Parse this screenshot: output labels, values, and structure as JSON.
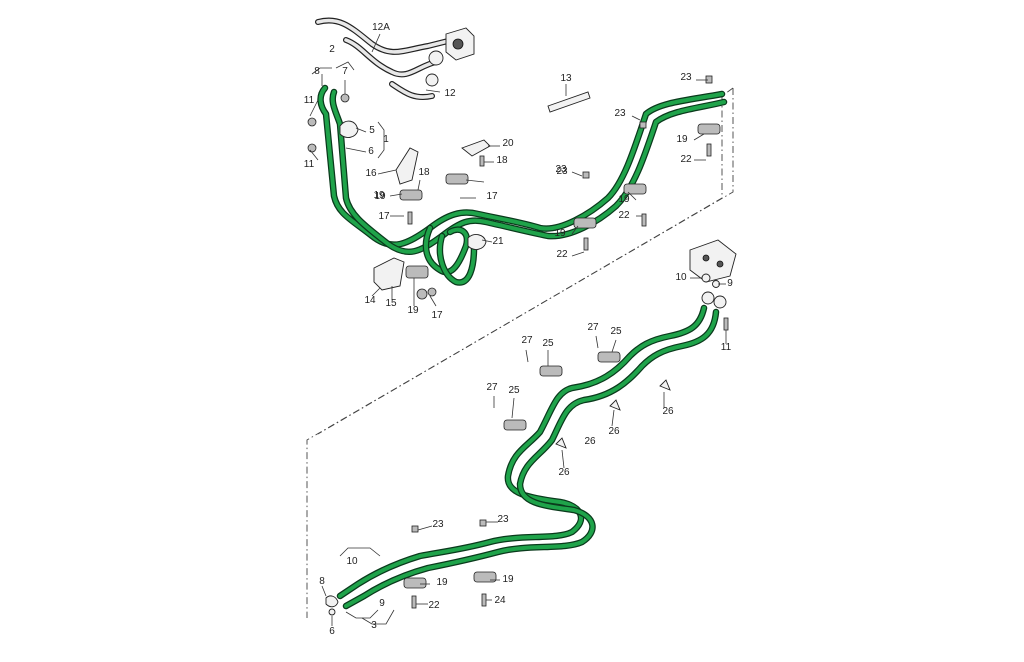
{
  "labels": [
    "12A",
    "2",
    "8",
    "7",
    "11",
    "5",
    "1",
    "6",
    "11",
    "12",
    "13",
    "23",
    "23",
    "19",
    "22",
    "23",
    "19",
    "22",
    "20",
    "18",
    "16",
    "18",
    "19",
    "17",
    "19",
    "17",
    "21",
    "23",
    "19",
    "22",
    "14",
    "15",
    "19",
    "17",
    "10",
    "9",
    "11",
    "27",
    "25",
    "27",
    "25",
    "27",
    "25",
    "26",
    "26",
    "26",
    "26",
    "23",
    "23",
    "10",
    "8",
    "9",
    "3",
    "6",
    "19",
    "22",
    "19",
    "24"
  ]
}
